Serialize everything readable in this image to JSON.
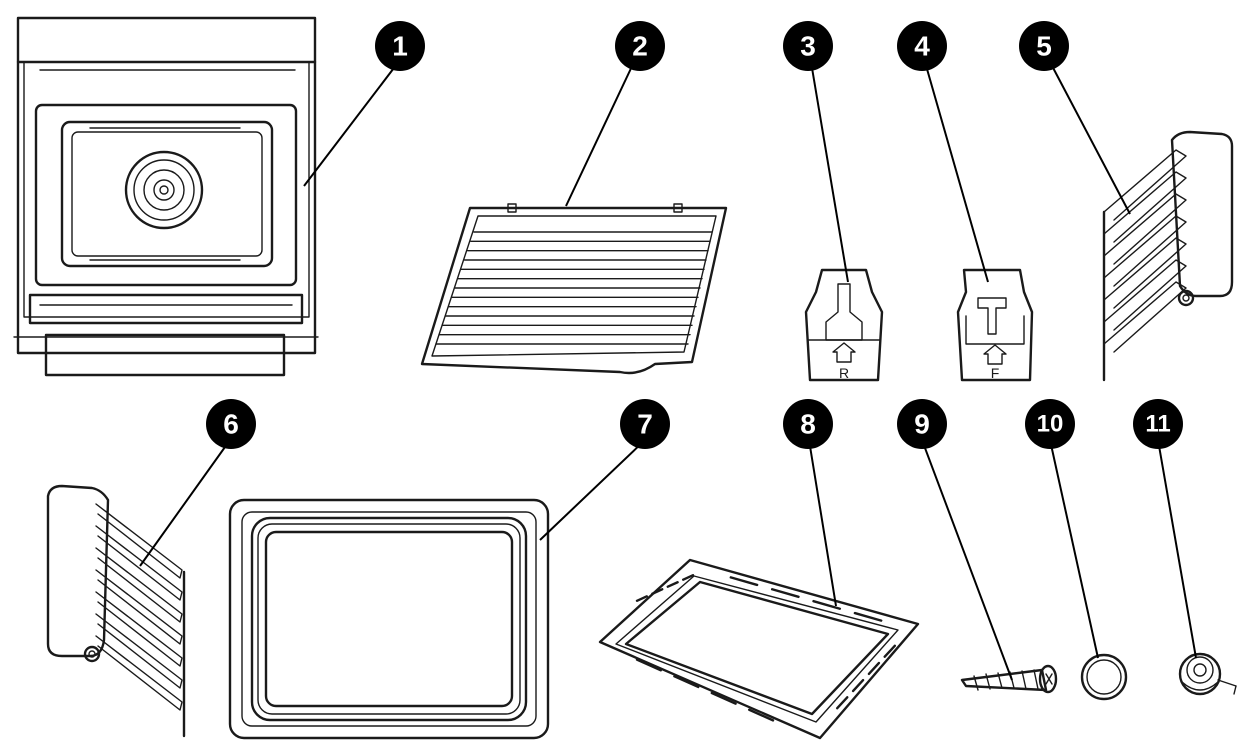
{
  "callouts": [
    {
      "label": "1"
    },
    {
      "label": "2"
    },
    {
      "label": "3"
    },
    {
      "label": "4"
    },
    {
      "label": "5"
    },
    {
      "label": "6"
    },
    {
      "label": "7"
    },
    {
      "label": "8"
    },
    {
      "label": "9"
    },
    {
      "label": "10"
    },
    {
      "label": "11"
    }
  ],
  "parts": {
    "guide_right_letter": "R",
    "guide_front_letter": "F"
  },
  "colors": {
    "line": "#1a1a1a",
    "badge": "#000000",
    "badge_text": "#ffffff",
    "background": "#ffffff"
  }
}
